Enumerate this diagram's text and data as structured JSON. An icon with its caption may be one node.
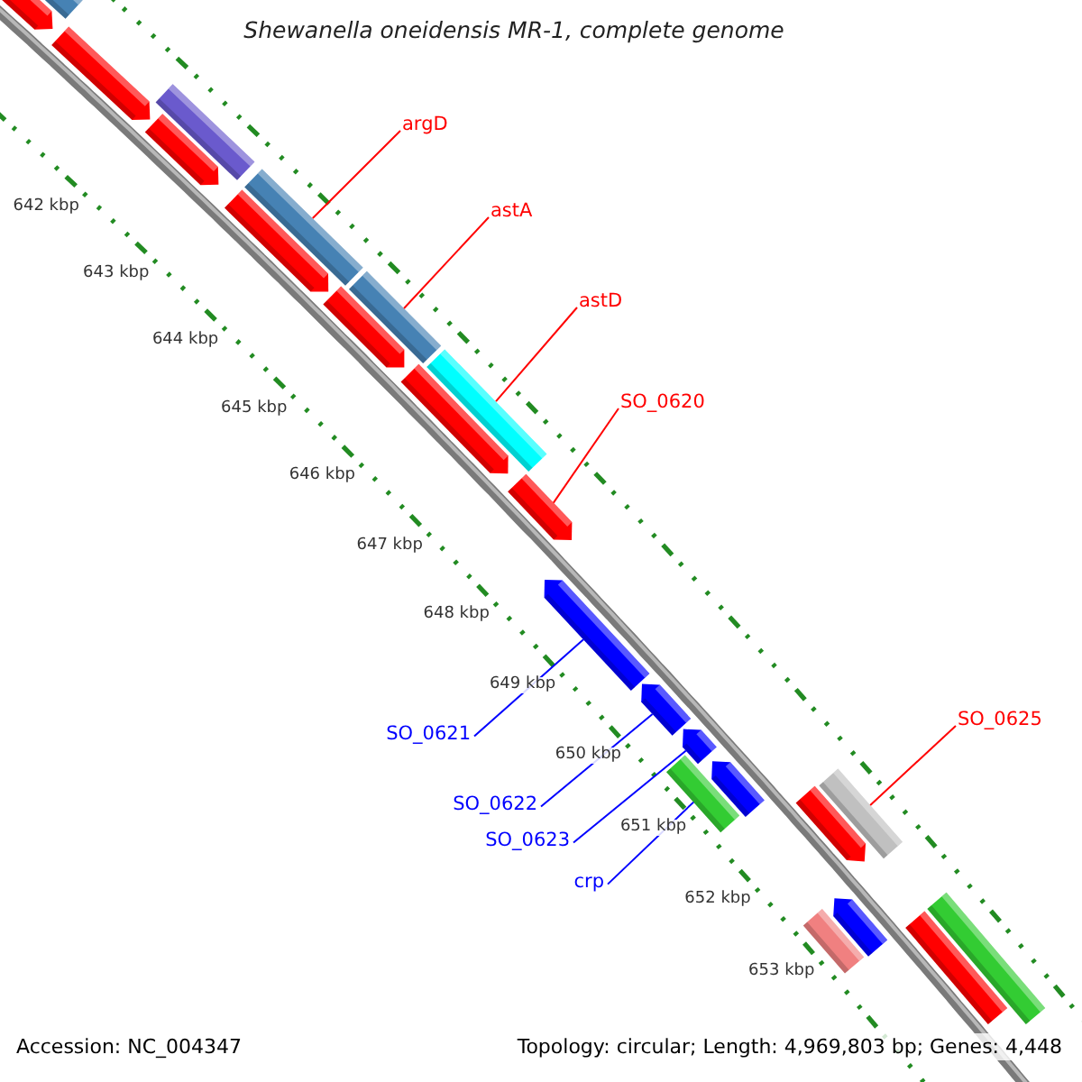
{
  "diagram": {
    "title": "Shewanella oneidensis MR-1, complete genome",
    "nodes": [
      {
        "text": [
          "argD"
        ]
      },
      {
        "text": [
          "astA"
        ]
      },
      {
        "text": [
          "astD"
        ]
      },
      {
        "text": [
          "SO_0620"
        ]
      },
      {
        "text": [
          "SO_0625"
        ]
      },
      {
        "text": [
          "SO_0621"
        ]
      },
      {
        "text": [
          "SO_0622"
        ]
      },
      {
        "text": [
          "SO_0623"
        ]
      },
      {
        "text": [
          "crp"
        ]
      },
      {
        "text": [],
        "shape": "arrow"
      },
      {
        "text": [],
        "shape": "bar"
      },
      {
        "text": [],
        "shape": "arrow"
      },
      {
        "text": [],
        "shape": "bar"
      },
      {
        "text": [],
        "shape": "arrow"
      },
      {
        "text": [],
        "shape": "arrow"
      },
      {
        "text": [],
        "shape": "bar"
      },
      {
        "text": [],
        "shape": "arrow"
      },
      {
        "text": [],
        "shape": "bar"
      },
      {
        "text": [],
        "shape": "arrow"
      },
      {
        "text": [],
        "shape": "bar"
      },
      {
        "text": [],
        "shape": "arrow"
      },
      {
        "text": [],
        "shape": "arrow"
      },
      {
        "text": [],
        "shape": "arrow"
      },
      {
        "text": [],
        "shape": "arrow"
      },
      {
        "text": [],
        "shape": "bar"
      },
      {
        "text": [],
        "shape": "arrow"
      },
      {
        "text": [],
        "shape": "arrow"
      },
      {
        "text": [],
        "shape": "bar"
      },
      {
        "text": [],
        "shape": "arrow"
      },
      {
        "text": [],
        "shape": "bar"
      },
      {
        "text": [],
        "shape": "bar"
      },
      {
        "text": [],
        "shape": "bar"
      }
    ],
    "edges": [
      {
        "from": 0,
        "to": 15,
        "arrow": "none"
      },
      {
        "from": 1,
        "to": 17,
        "arrow": "none"
      },
      {
        "from": 2,
        "to": 19,
        "arrow": "none"
      },
      {
        "from": 3,
        "to": 20,
        "arrow": "none"
      },
      {
        "from": 4,
        "to": 27,
        "arrow": "none"
      },
      {
        "from": 5,
        "to": 21,
        "arrow": "none",
        "color": "#0000ff"
      },
      {
        "from": 6,
        "to": 22,
        "arrow": "none",
        "color": "#0000ff"
      },
      {
        "from": 7,
        "to": 23,
        "arrow": "none",
        "color": "#0000ff"
      },
      {
        "from": 8,
        "to": 24,
        "arrow": "none",
        "color": "#0000ff"
      }
    ],
    "labels": [
      "642 kbp",
      "643 kbp",
      "644 kbp",
      "645 kbp",
      "646 kbp",
      "647 kbp",
      "648 kbp",
      "649 kbp",
      "650 kbp",
      "651 kbp",
      "652 kbp",
      "653 kbp",
      "Accession: NC_004347",
      "Topology: circular; Length: 4,969,803 bp; Genes: 4,448"
    ]
  }
}
